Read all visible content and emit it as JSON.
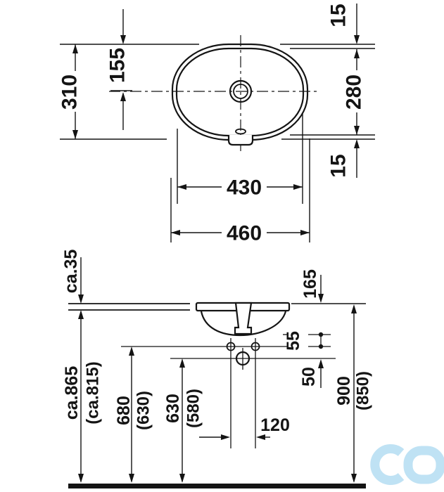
{
  "top_view": {
    "height_total": "310",
    "height_to_center": "155",
    "rim_top": "15",
    "height_inner": "280",
    "rim_bottom": "15",
    "width_inner": "430",
    "width_outer": "460"
  },
  "front_view": {
    "counter_thickness": "ca.35",
    "floor_to_rim": "ca.865",
    "floor_to_rim_alt": "(ca.815)",
    "floor_to_fixing_holes": "680",
    "floor_to_fixing_holes_alt": "(630)",
    "floor_to_outlet": "630",
    "floor_to_outlet_alt": "(580)",
    "rim_to_basin_bottom": "165",
    "basin_bottom_to_holes": "55",
    "holes_to_outlet": "50",
    "install_height": "900",
    "install_height_alt": "(850)",
    "fixing_hole_spacing": "120"
  },
  "logo": {
    "name": "co-monogram",
    "color": "#bfe2f4"
  },
  "colors": {
    "line": "#141414",
    "background": "#ffffff"
  }
}
